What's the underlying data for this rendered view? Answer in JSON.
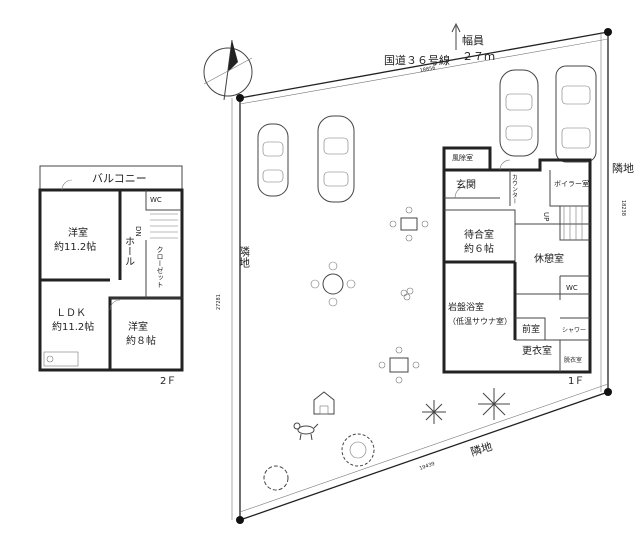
{
  "road": {
    "name": "国道３６号線",
    "width_label": "幅員",
    "width_value": "２７ｍ"
  },
  "neighbors": {
    "right": "隣地",
    "left": "隣地",
    "bottom": "隣地"
  },
  "dimensions": {
    "top": "18856",
    "right": "18238",
    "left": "27281",
    "bottom": "19439"
  },
  "floor2": {
    "level": "2Ｆ",
    "balcony": "バルコニー",
    "room_west": {
      "name": "洋室",
      "area": "約11.2帖"
    },
    "wc": "WC",
    "hall": "ホール",
    "stairs": "DN",
    "closet": "クローゼット",
    "ldk": {
      "name": "ＬＤＫ",
      "area": "約11.2帖"
    },
    "room_east": {
      "name": "洋室",
      "area": "約８帖"
    }
  },
  "floor1": {
    "level": "1Ｆ",
    "bath_room": "風除室",
    "entrance": "玄関",
    "counter": "カウンター",
    "boiler": "ボイラー室",
    "stairs": "UP",
    "waiting": {
      "name": "待合室",
      "area": "約６帖"
    },
    "rest": "休憩室",
    "wc": "WC",
    "bedrock": {
      "name": "岩盤浴室",
      "sub": "（低温サウナ室）"
    },
    "front_room": "前室",
    "changing": "更衣室",
    "shower": "シャワー",
    "undressing": "脱衣室"
  },
  "compass_icon": "north-arrow-icon"
}
